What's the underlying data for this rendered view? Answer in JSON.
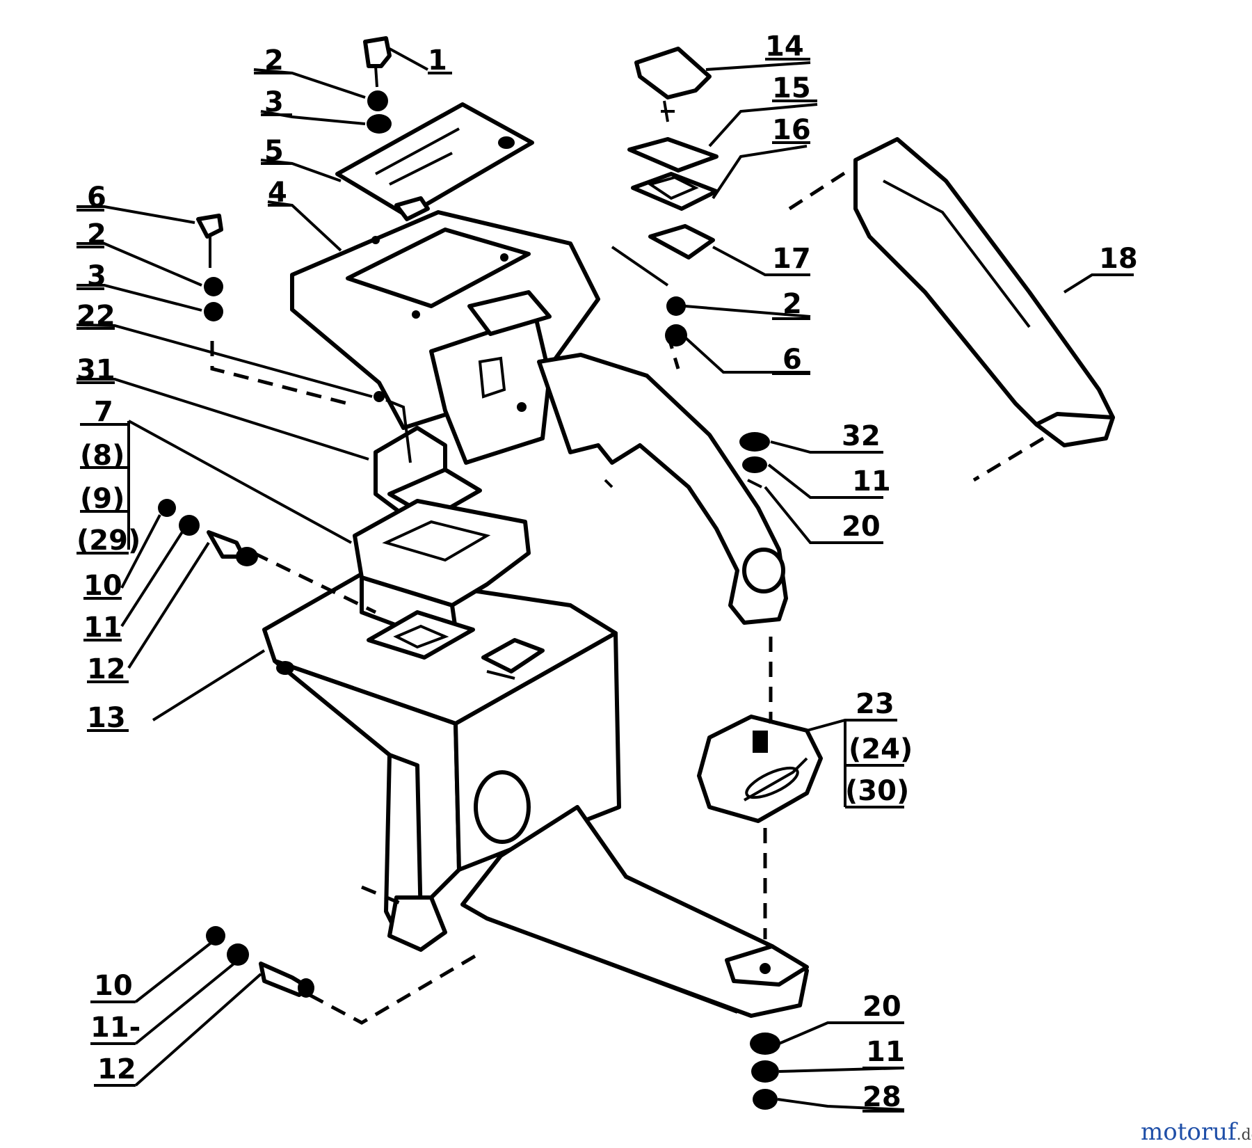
{
  "diagram": {
    "callouts": [
      {
        "id": "c1",
        "text": "1"
      },
      {
        "id": "c2a",
        "text": "2"
      },
      {
        "id": "c3a",
        "text": "3"
      },
      {
        "id": "c5",
        "text": "5"
      },
      {
        "id": "c4",
        "text": "4"
      },
      {
        "id": "c6a",
        "text": "6"
      },
      {
        "id": "c2b",
        "text": "2"
      },
      {
        "id": "c3b",
        "text": "3"
      },
      {
        "id": "c22",
        "text": "22"
      },
      {
        "id": "c31",
        "text": "31"
      },
      {
        "id": "c7",
        "text": "7"
      },
      {
        "id": "c8",
        "text": "(8)"
      },
      {
        "id": "c9",
        "text": "(9)"
      },
      {
        "id": "c29",
        "text": "(29)"
      },
      {
        "id": "c10a",
        "text": "10"
      },
      {
        "id": "c11a",
        "text": "11"
      },
      {
        "id": "c12a",
        "text": "12"
      },
      {
        "id": "c13",
        "text": "13"
      },
      {
        "id": "c14",
        "text": "14"
      },
      {
        "id": "c15",
        "text": "15"
      },
      {
        "id": "c16",
        "text": "16"
      },
      {
        "id": "c17",
        "text": "17"
      },
      {
        "id": "c2c",
        "text": "2"
      },
      {
        "id": "c6b",
        "text": "6"
      },
      {
        "id": "c18",
        "text": "18"
      },
      {
        "id": "c32",
        "text": "32"
      },
      {
        "id": "c11b",
        "text": "11"
      },
      {
        "id": "c20a",
        "text": "20"
      },
      {
        "id": "c23",
        "text": "23"
      },
      {
        "id": "c24",
        "text": "(24)"
      },
      {
        "id": "c30",
        "text": "(30)"
      },
      {
        "id": "c10b",
        "text": "10"
      },
      {
        "id": "c11c",
        "text": "11-"
      },
      {
        "id": "c12b",
        "text": "12"
      },
      {
        "id": "c20b",
        "text": "20"
      },
      {
        "id": "c11d",
        "text": "11"
      },
      {
        "id": "c28",
        "text": "28"
      }
    ]
  },
  "watermark": {
    "brand": "motoruf",
    "suffix": ".de",
    "colors": {
      "m": "#1f4fa8",
      "o1": "#e2231a",
      "t": "#2a7a2a",
      "o2": "#1f4fa8",
      "r": "#e2231a",
      "u": "#2a7a2a",
      "f": "#1f4fa8",
      "suffix": "#444444"
    }
  }
}
